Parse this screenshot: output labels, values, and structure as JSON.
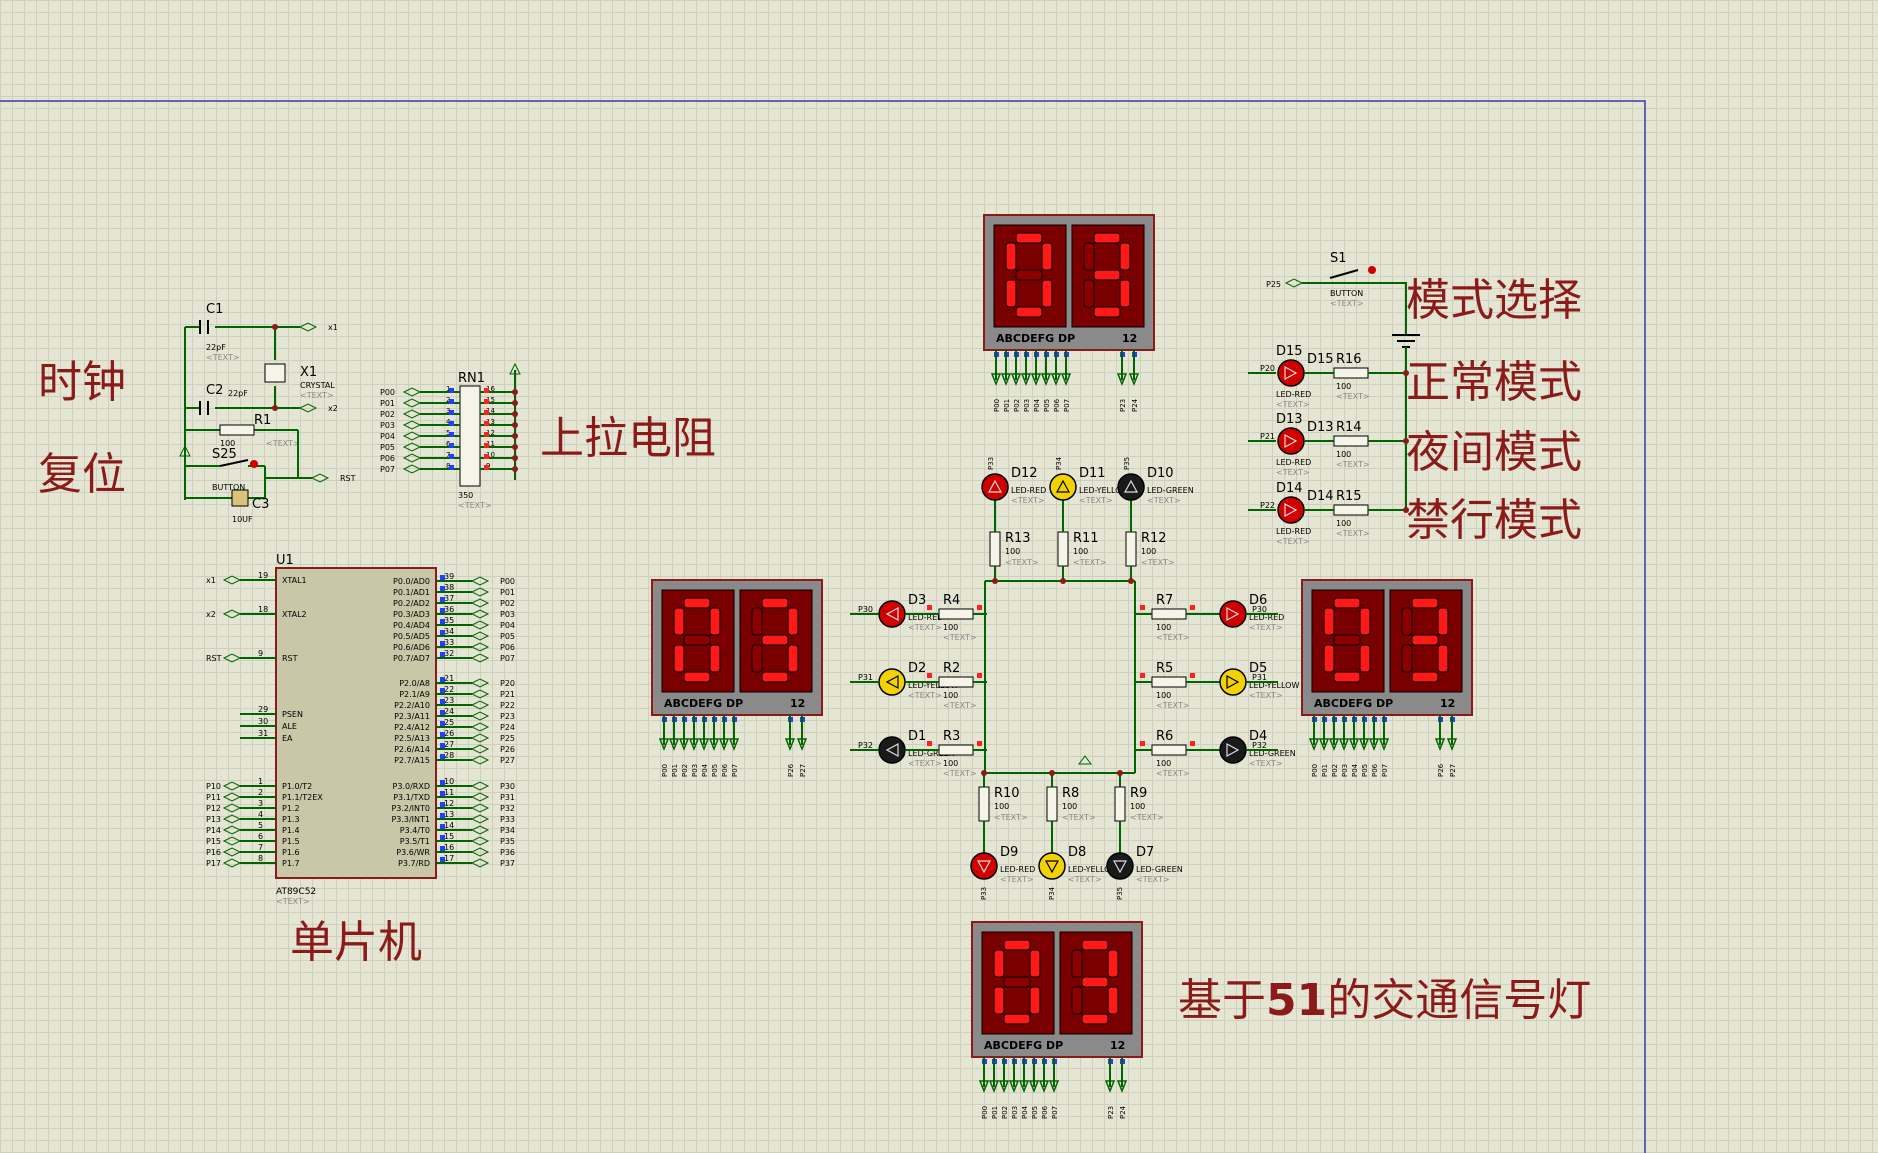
{
  "labels": {
    "clock": "时钟",
    "reset": "复位",
    "pullup": "上拉电阻",
    "mcu": "单片机",
    "mode_select": "模式选择",
    "normal_mode": "正常模式",
    "night_mode": "夜间模式",
    "forbid_mode": "禁行模式",
    "title_prefix": "基于",
    "title_bold": "51",
    "title_suffix": "的交通信号灯"
  },
  "colors": {
    "wire": "#006400",
    "border": "#8b1a1a",
    "display_bg": "#7a0000",
    "segment_on": "#ff1a1a",
    "led_red": "#d00000",
    "led_yellow": "#f2d200",
    "grid_frame": "#3a3ab0"
  },
  "displays": [
    {
      "id": "top",
      "digits": "03",
      "pins_label": "ABCDEFG DP",
      "common": "12",
      "pins": [
        "P00",
        "P01",
        "P02",
        "P03",
        "P04",
        "P05",
        "P06",
        "P07"
      ],
      "common_pins": [
        "P23",
        "P24"
      ]
    },
    {
      "id": "left",
      "digits": "03",
      "pins_label": "ABCDEFG DP",
      "common": "12",
      "pins": [
        "P00",
        "P01",
        "P02",
        "P03",
        "P04",
        "P05",
        "P06",
        "P07"
      ],
      "common_pins": [
        "P26",
        "P27"
      ]
    },
    {
      "id": "right",
      "digits": "03",
      "pins_label": "ABCDEFG DP",
      "common": "12",
      "pins": [
        "P00",
        "P01",
        "P02",
        "P03",
        "P04",
        "P05",
        "P06",
        "P07"
      ],
      "common_pins": [
        "P26",
        "P27"
      ]
    },
    {
      "id": "bottom",
      "digits": "03",
      "pins_label": "ABCDEFG DP",
      "common": "12",
      "pins": [
        "P00",
        "P01",
        "P02",
        "P03",
        "P04",
        "P05",
        "P06",
        "P07"
      ],
      "common_pins": [
        "P23",
        "P24"
      ]
    }
  ],
  "mcu": {
    "ref": "U1",
    "part": "AT89C52",
    "text_tag": "<TEXT>",
    "left_pins": [
      {
        "num": "19",
        "name": "XTAL1",
        "net": "x1"
      },
      {
        "num": "18",
        "name": "XTAL2",
        "net": "x2"
      },
      {
        "num": "9",
        "name": "RST",
        "net": "RST"
      },
      {
        "num": "29",
        "name": "PSEN",
        "net": ""
      },
      {
        "num": "30",
        "name": "ALE",
        "net": ""
      },
      {
        "num": "31",
        "name": "EA",
        "net": ""
      },
      {
        "num": "1",
        "name": "P1.0/T2",
        "net": "P10"
      },
      {
        "num": "2",
        "name": "P1.1/T2EX",
        "net": "P11"
      },
      {
        "num": "3",
        "name": "P1.2",
        "net": "P12"
      },
      {
        "num": "4",
        "name": "P1.3",
        "net": "P13"
      },
      {
        "num": "5",
        "name": "P1.4",
        "net": "P14"
      },
      {
        "num": "6",
        "name": "P1.5",
        "net": "P15"
      },
      {
        "num": "7",
        "name": "P1.6",
        "net": "P16"
      },
      {
        "num": "8",
        "name": "P1.7",
        "net": "P17"
      }
    ],
    "right_pins": [
      {
        "num": "39",
        "name": "P0.0/AD0",
        "net": "P00"
      },
      {
        "num": "38",
        "name": "P0.1/AD1",
        "net": "P01"
      },
      {
        "num": "37",
        "name": "P0.2/AD2",
        "net": "P02"
      },
      {
        "num": "36",
        "name": "P0.3/AD3",
        "net": "P03"
      },
      {
        "num": "35",
        "name": "P0.4/AD4",
        "net": "P04"
      },
      {
        "num": "34",
        "name": "P0.5/AD5",
        "net": "P05"
      },
      {
        "num": "33",
        "name": "P0.6/AD6",
        "net": "P06"
      },
      {
        "num": "32",
        "name": "P0.7/AD7",
        "net": "P07"
      },
      {
        "num": "21",
        "name": "P2.0/A8",
        "net": "P20"
      },
      {
        "num": "22",
        "name": "P2.1/A9",
        "net": "P21"
      },
      {
        "num": "23",
        "name": "P2.2/A10",
        "net": "P22"
      },
      {
        "num": "24",
        "name": "P2.3/A11",
        "net": "P23"
      },
      {
        "num": "25",
        "name": "P2.4/A12",
        "net": "P24"
      },
      {
        "num": "26",
        "name": "P2.5/A13",
        "net": "P25"
      },
      {
        "num": "27",
        "name": "P2.6/A14",
        "net": "P26"
      },
      {
        "num": "28",
        "name": "P2.7/A15",
        "net": "P27"
      },
      {
        "num": "10",
        "name": "P3.0/RXD",
        "net": "P30"
      },
      {
        "num": "11",
        "name": "P3.1/TXD",
        "net": "P31"
      },
      {
        "num": "12",
        "name": "P3.2/INT0",
        "net": "P32"
      },
      {
        "num": "13",
        "name": "P3.3/INT1",
        "net": "P33"
      },
      {
        "num": "14",
        "name": "P3.4/T0",
        "net": "P34"
      },
      {
        "num": "15",
        "name": "P3.5/T1",
        "net": "P35"
      },
      {
        "num": "16",
        "name": "P3.6/WR",
        "net": "P36"
      },
      {
        "num": "17",
        "name": "P3.7/RD",
        "net": "P37"
      }
    ]
  },
  "rn1": {
    "ref": "RN1",
    "value": "350",
    "text_tag": "<TEXT>",
    "nets": [
      "P00",
      "P01",
      "P02",
      "P03",
      "P04",
      "P05",
      "P06",
      "P07"
    ],
    "left_nums": [
      "1",
      "2",
      "3",
      "4",
      "5",
      "6",
      "7",
      "8"
    ],
    "right_nums": [
      "16",
      "15",
      "14",
      "13",
      "12",
      "11",
      "10",
      "9"
    ]
  },
  "clock_parts": {
    "c1": {
      "ref": "C1",
      "value": "22pF",
      "text_tag": "<TEXT>"
    },
    "c2": {
      "ref": "C2",
      "value": "22pF",
      "text_tag": "<TEXT>"
    },
    "x1": {
      "ref": "X1",
      "value": "CRYSTAL",
      "text_tag": "<TEXT>"
    },
    "net_x1": "x1",
    "net_x2": "x2"
  },
  "reset_parts": {
    "r1": {
      "ref": "R1",
      "value": "100",
      "text_tag": "<TEXT>"
    },
    "s25": {
      "ref": "S25",
      "value": "BUTTON"
    },
    "c3": {
      "ref": "C3",
      "value": "10UF",
      "text_tag": "<TEXT>"
    },
    "net_rst": "RST"
  },
  "mode_parts": {
    "s1": {
      "ref": "S1",
      "value": "BUTTON",
      "text_tag": "<TEXT>",
      "net": "P25"
    },
    "leds": [
      {
        "ref": "D15",
        "value": "LED-RED",
        "net": "P20",
        "res": "R16",
        "res_val": "100"
      },
      {
        "ref": "D13",
        "value": "LED-RED",
        "net": "P21",
        "res": "R14",
        "res_val": "100"
      },
      {
        "ref": "D14",
        "value": "LED-RED",
        "net": "P22",
        "res": "R15",
        "res_val": "100"
      }
    ]
  },
  "traffic": {
    "top_leds": [
      {
        "ref": "D12",
        "value": "LED-RED",
        "net": "P33",
        "res": "R13"
      },
      {
        "ref": "D11",
        "value": "LED-YELLOW",
        "net": "P34",
        "res": "R11"
      },
      {
        "ref": "D10",
        "value": "LED-GREEN",
        "net": "P35",
        "res": "R12"
      }
    ],
    "left_leds": [
      {
        "ref": "D3",
        "value": "LED-RED",
        "net": "P30",
        "res": "R4"
      },
      {
        "ref": "D2",
        "value": "LED-YELLOW",
        "net": "P31",
        "res": "R2"
      },
      {
        "ref": "D1",
        "value": "LED-GREEN",
        "net": "P32",
        "res": "R3"
      }
    ],
    "right_leds": [
      {
        "ref": "D6",
        "value": "LED-RED",
        "net": "P30",
        "res": "R7"
      },
      {
        "ref": "D5",
        "value": "LED-YELLOW",
        "net": "P31",
        "res": "R5"
      },
      {
        "ref": "D4",
        "value": "LED-GREEN",
        "net": "P32",
        "res": "R6"
      }
    ],
    "bottom_leds": [
      {
        "ref": "D9",
        "value": "LED-RED",
        "net": "P33",
        "res": "R10"
      },
      {
        "ref": "D8",
        "value": "LED-YELLOW",
        "net": "P34",
        "res": "R8"
      },
      {
        "ref": "D7",
        "value": "LED-GREEN",
        "net": "P35",
        "res": "R9"
      }
    ],
    "res_value": "100",
    "text_tag": "<TEXT>"
  }
}
